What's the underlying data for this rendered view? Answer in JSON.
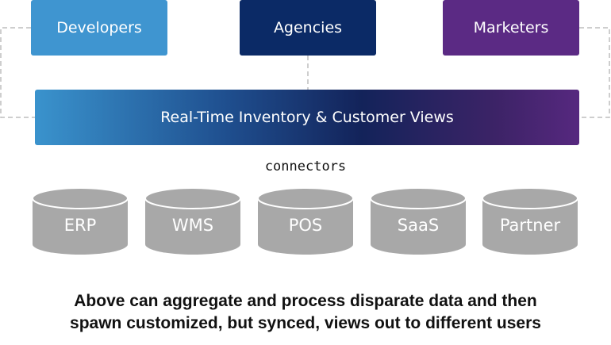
{
  "top_boxes": {
    "developers": "Developers",
    "agencies": "Agencies",
    "marketers": "Marketers"
  },
  "hub": {
    "label": "Real-Time Inventory & Customer Views"
  },
  "connectors_label": "connectors",
  "sources": [
    "ERP",
    "WMS",
    "POS",
    "SaaS",
    "Partner"
  ],
  "caption": {
    "line1": "Above can aggregate and process disparate data and then",
    "line2": "spawn customized, but synced, views out to different users"
  },
  "colors": {
    "developers": "#3f95d0",
    "agencies": "#0b2a66",
    "marketers": "#5b2a84",
    "database": "#a8a8a8",
    "dashed_line": "#bdbdbd"
  }
}
